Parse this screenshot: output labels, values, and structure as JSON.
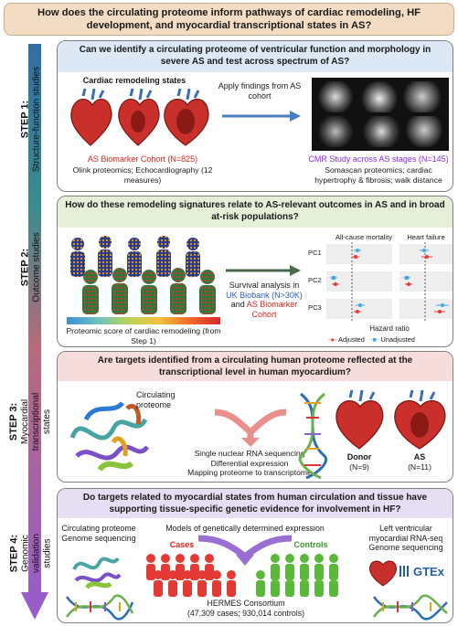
{
  "title": "How does the circulating proteome inform pathways of cardiac remodeling, HF development, and myocardial transcriptional states in AS?",
  "steps": [
    {
      "label_bold": "STEP 1:",
      "label_rest": "Structure-function studies",
      "question": "Can we identify a circulating proteome of ventricular function and morphology in severe AS and test across spectrum of AS?",
      "remodel_title": "Cardiac remodeling states",
      "apply_text": "Apply findings from AS cohort",
      "cohort_name": "AS Biomarker Cohort (N=825)",
      "cohort_detail": "Olink proteomics; Echocardiography (12 measures)",
      "cmr_name": "CMR Study across AS stages (N=145)",
      "cmr_detail": "Somascan proteomics; cardiac hypertrophy & fibrosis; walk distance"
    },
    {
      "label_bold": "STEP 2:",
      "label_rest": "Outcome studies",
      "question": "How do these remodeling signatures relate to AS-relevant outcomes in AS and in broad at-risk populations?",
      "survival_text": "Survival analysis in",
      "ukb_text": "UK Biobank (N>30K)",
      "and_text": "and",
      "asb_text": "AS Biomarker Cohort",
      "score_text": "Proteomic score of cardiac remodeling (from Step 1)",
      "forest": {
        "col1": "All-cause mortality",
        "col2": "Heart failure",
        "rows": [
          "PC1",
          "PC2",
          "PC3"
        ],
        "xlabel": "Hazard ratio",
        "legend_adjusted": "Adjusted",
        "legend_unadjusted": "Unadjusted",
        "colors": {
          "adjusted": "#e53935",
          "unadjusted": "#3fa9e0"
        }
      }
    },
    {
      "label_bold": "STEP 3:",
      "label_rest": "Myocardial transcriptional states",
      "question": "Are targets identified from a circulating human proteome reflected at the transcriptional level in human myocardium?",
      "protein_label": "Circulating proteome",
      "methods": [
        "Single nuclear RNA sequencing",
        "Differential expression",
        "Mapping proteome to transcriptome"
      ],
      "donor": "Donor",
      "donor_n": "(N=9)",
      "as": "AS",
      "as_n": "(N=11)"
    },
    {
      "label_bold": "STEP 4:",
      "label_rest": "Genomic validation studies",
      "question": "Do targets related to myocardial states from human circulation and tissue have supporting tissue-specific genetic evidence for involvement in HF?",
      "left_title": "Circulating proteome Genome sequencing",
      "models_text": "Models of genetically determined expression",
      "cases": "Cases",
      "controls": "Controls",
      "hermes": "HERMES Consortium",
      "hermes_n": "(47,309 cases; 930,014 controls)",
      "right_title": "Left ventricular myocardial RNA-seq Genome sequencing",
      "gtex": "GTEx"
    }
  ]
}
